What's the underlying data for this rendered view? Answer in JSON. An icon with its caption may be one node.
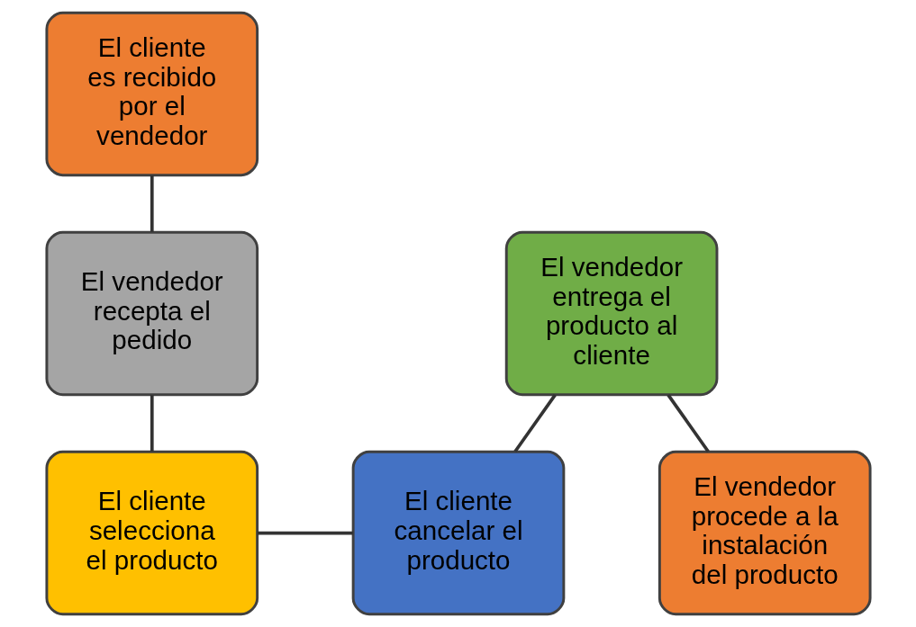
{
  "diagram": {
    "nodes": [
      {
        "text": [
          "El cliente es recibido por el vendedor"
        ]
      },
      {
        "text": [
          "El vendedor recepta el pedido"
        ]
      },
      {
        "text": [
          "El cliente selecciona el producto"
        ]
      },
      {
        "text": [
          "El cliente cancelar el producto"
        ]
      },
      {
        "text": [
          "El vendedor entrega el producto al cliente"
        ]
      },
      {
        "text": [
          "El vendedor procede a la instalación del producto"
        ]
      }
    ],
    "edges": [
      {
        "from": 0,
        "to": 1,
        "arrow": "none"
      },
      {
        "from": 1,
        "to": 2,
        "arrow": "none"
      },
      {
        "from": 2,
        "to": 3,
        "arrow": "none"
      },
      {
        "from": 3,
        "to": 4,
        "arrow": "none"
      },
      {
        "from": 4,
        "to": 5,
        "arrow": "none"
      }
    ]
  }
}
